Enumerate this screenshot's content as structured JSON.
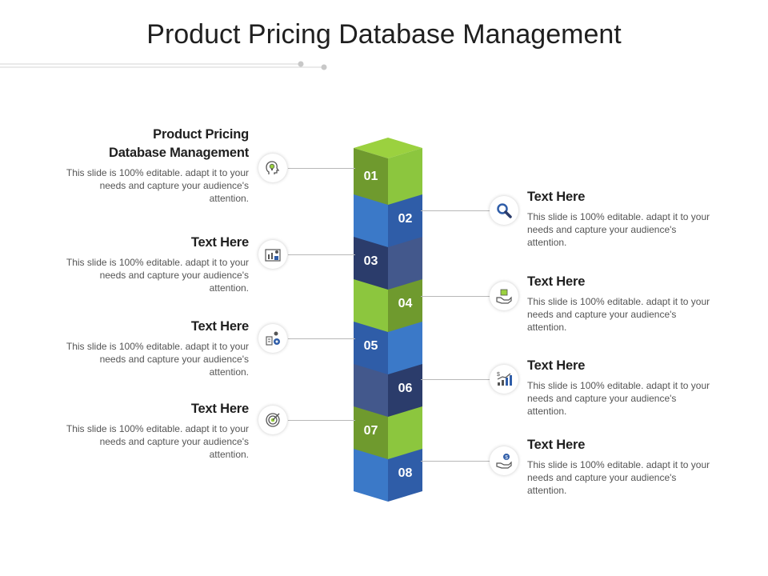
{
  "title": "Product Pricing Database Management",
  "colors": {
    "green_front": "#6f9a2e",
    "green_top": "#9bd13f",
    "green_side": "#8cc63e",
    "blue_front": "#2f5da8",
    "blue_top": "#5a90dc",
    "blue_side": "#3b79c8",
    "navy_front": "#2b3c6b",
    "navy_top": "#4a5f93",
    "navy_side": "#43588c"
  },
  "stack": [
    {
      "number": "01",
      "color": "green"
    },
    {
      "number": "02",
      "color": "blue"
    },
    {
      "number": "03",
      "color": "navy"
    },
    {
      "number": "04",
      "color": "green"
    },
    {
      "number": "05",
      "color": "blue"
    },
    {
      "number": "06",
      "color": "navy"
    },
    {
      "number": "07",
      "color": "green"
    },
    {
      "number": "08",
      "color": "blue"
    }
  ],
  "items": [
    {
      "side": "left",
      "heading": "Product Pricing\nDatabase Management",
      "body": "This slide is 100% editable. adapt it to your needs and capture your audience's attention.",
      "icon": "head-lightbulb-icon"
    },
    {
      "side": "right",
      "heading": "Text Here",
      "body": "This slide is 100% editable. adapt it to your needs and capture your audience's attention.",
      "icon": "magnifier-icon"
    },
    {
      "side": "left",
      "heading": "Text Here",
      "body": "This slide is 100% editable. adapt it to your needs and capture your audience's attention.",
      "icon": "analytics-board-icon"
    },
    {
      "side": "right",
      "heading": "Text Here",
      "body": "This slide is 100% editable. adapt it to your needs and capture your audience's attention.",
      "icon": "hand-box-icon"
    },
    {
      "side": "left",
      "heading": "Text Here",
      "body": "This slide is 100% editable. adapt it to your needs and capture your audience's attention.",
      "icon": "presenter-settings-icon"
    },
    {
      "side": "right",
      "heading": "Text Here",
      "body": "This slide is 100% editable. adapt it to your needs and capture your audience's attention.",
      "icon": "growth-chart-icon"
    },
    {
      "side": "left",
      "heading": "Text Here",
      "body": "This slide is 100% editable. adapt it to your needs and capture your audience's attention.",
      "icon": "target-icon"
    },
    {
      "side": "right",
      "heading": "Text Here",
      "body": "This slide is 100% editable. adapt it to your needs and capture your audience's attention.",
      "icon": "hand-coin-icon"
    }
  ]
}
